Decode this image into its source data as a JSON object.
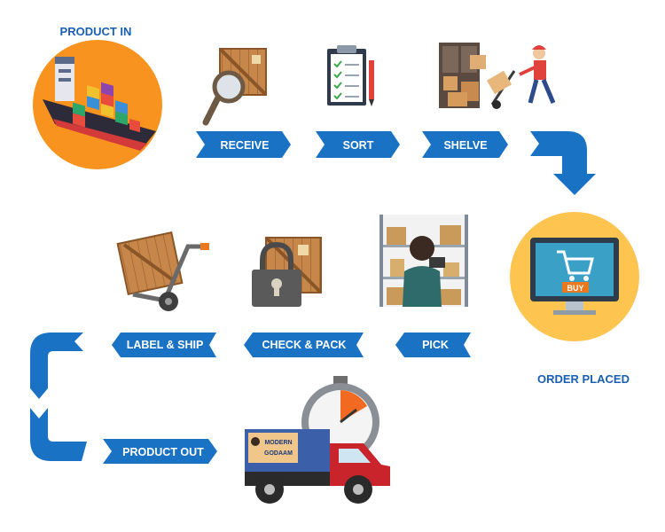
{
  "labels": {
    "product_in": "PRODUCT IN",
    "order_placed": "ORDER PLACED",
    "product_out": "PRODUCT OUT"
  },
  "steps": {
    "receive": "RECEIVE",
    "sort": "SORT",
    "shelve": "SHELVE",
    "pick": "PICK",
    "check_pack": "CHECK & PACK",
    "label_ship": "LABEL & SHIP"
  },
  "truck_logo": {
    "line1": "MODERN",
    "line2": "GODAAM"
  },
  "monitor_button": "BUY",
  "colors": {
    "arrow_blue": "#1A72C4",
    "title_blue": "#1A5FB4",
    "orange_circle": "#F7931E",
    "light_orange_circle": "#FDC44F",
    "crate_brown": "#C8874A",
    "truck_red": "#C9242C"
  },
  "icons": [
    "ship-icon",
    "magnifier-crate-icon",
    "clipboard-icon",
    "shelf-hand-truck-icon",
    "monitor-cart-icon",
    "worker-shelves-icon",
    "padlock-crate-icon",
    "crate-dolly-icon",
    "truck-stopwatch-icon"
  ]
}
